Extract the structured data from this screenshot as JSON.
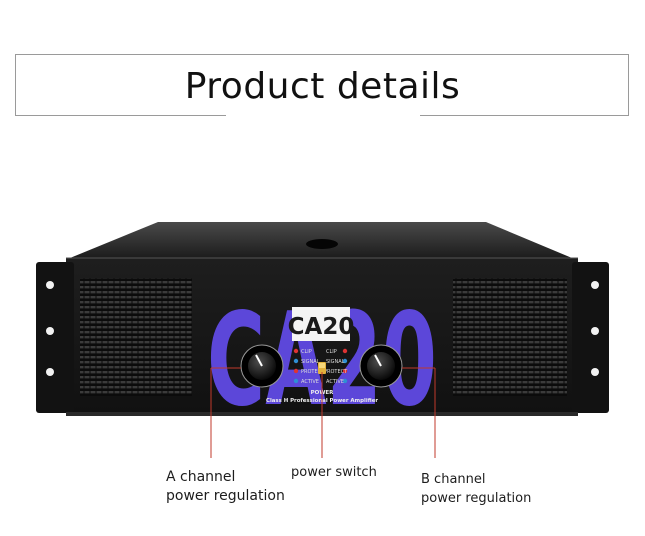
{
  "header": {
    "title": "Product details"
  },
  "product": {
    "model_big": "CA20",
    "model_badge": "CA20",
    "power_label": "POWER",
    "subtitle": "Class H Professional Power Amplifier",
    "accent_color": "#5c47d9",
    "indicators_left": [
      "CLIP",
      "SIGNAL",
      "PROTECT",
      "ACTIVE"
    ],
    "indicators_right": [
      "CLIP",
      "SIGNAL",
      "PROTECT",
      "ACTIVE"
    ]
  },
  "callouts": {
    "a_channel_line1": "A channel",
    "a_channel_line2": "power regulation",
    "power_switch": "power switch",
    "b_channel_line1": "B channel",
    "b_channel_line2": "power regulation",
    "line_color": "#c0392b"
  }
}
